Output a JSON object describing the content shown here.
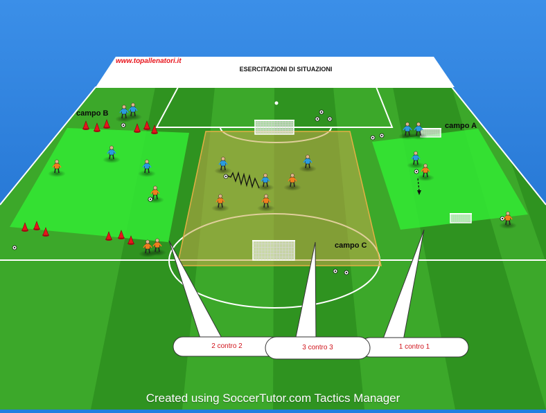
{
  "header": {
    "brand": "www.topallenatori.it",
    "title": "ESERCITAZIONI DI SITUAZIONI"
  },
  "zones": {
    "a": "campo A",
    "b": "campo B",
    "c": "campo C"
  },
  "callouts": {
    "left": "2 contro 2",
    "middle": "3 contro 3",
    "right": "1 contro 1"
  },
  "footer": {
    "credit": "Created using SoccerTutor.com Tactics Manager"
  },
  "colors": {
    "sky": "#1f7fe0",
    "grass_dark": "#2f9320",
    "grass_light": "#3ca82a",
    "area_bright": "#33e533",
    "area_c": "#b4a440",
    "team_blue": "#2a9be0",
    "team_orange": "#f07e1e",
    "cone": "#e8141c",
    "text_red": "#d0121a"
  },
  "icons": {
    "player": "player-figure-icon",
    "ball": "soccer-ball-icon",
    "cone": "training-cone-icon",
    "goal": "goal-net-icon",
    "dribble": "zigzag-dribble-icon"
  }
}
